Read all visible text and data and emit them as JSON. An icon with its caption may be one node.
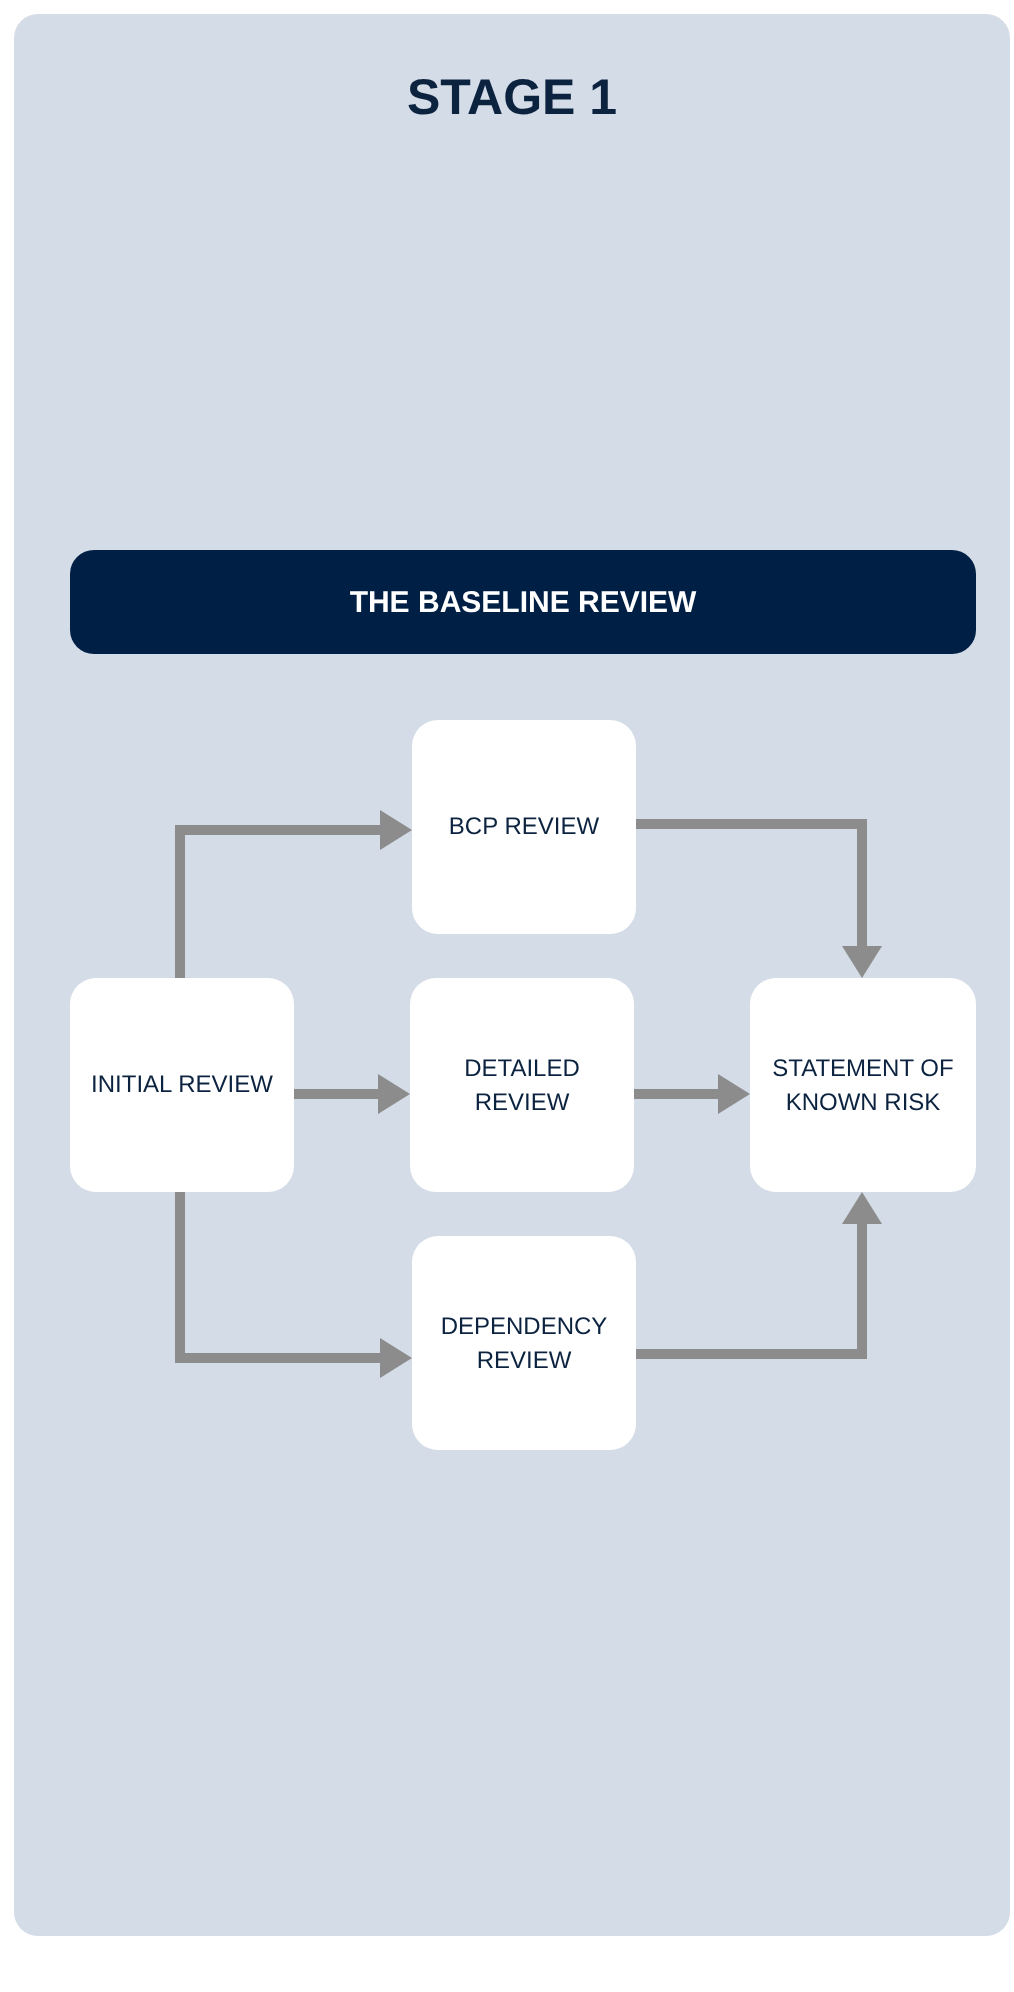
{
  "diagram": {
    "nodes": [
      {
        "text": [
          "STAGE 1"
        ]
      },
      {
        "text": [
          "THE BASELINE REVIEW"
        ],
        "in": 0
      },
      {
        "text": [
          "BCP REVIEW"
        ],
        "in": 0
      },
      {
        "text": [
          "INITIAL REVIEW"
        ],
        "in": 0
      },
      {
        "text": [
          "DETAILED REVIEW"
        ],
        "in": 0
      },
      {
        "text": [
          "STATEMENT OF KNOWN RISK"
        ],
        "in": 0
      },
      {
        "text": [
          "DEPENDENCY REVIEW"
        ],
        "in": 0
      }
    ],
    "edges": [
      {
        "from": 3,
        "to": 2,
        "arrow": "to"
      },
      {
        "from": 3,
        "to": 4,
        "arrow": "to"
      },
      {
        "from": 3,
        "to": 6,
        "arrow": "to"
      },
      {
        "from": 2,
        "to": 5,
        "arrow": "to"
      },
      {
        "from": 4,
        "to": 5,
        "arrow": "to"
      },
      {
        "from": 6,
        "to": 5,
        "arrow": "to"
      }
    ]
  }
}
